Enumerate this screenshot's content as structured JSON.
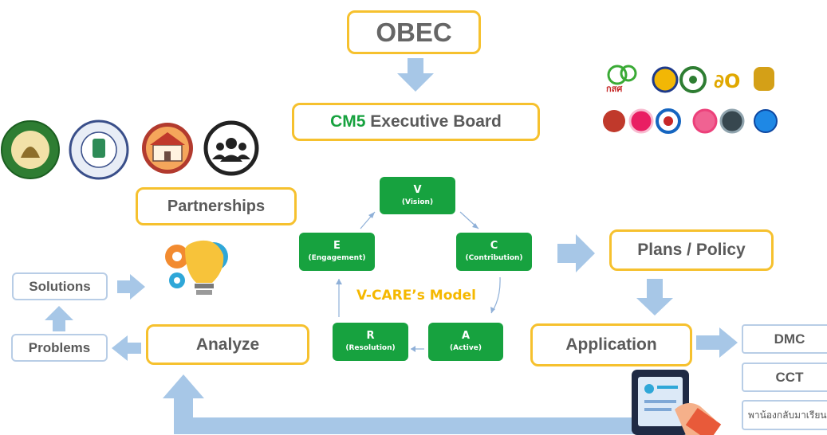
{
  "top": {
    "obec": "OBEC",
    "board_prefix": "CM5",
    "board_rest": " Executive Board"
  },
  "partnerships": "Partnerships",
  "plans_policy": "Plans / Policy",
  "application": "Application",
  "analyze": "Analyze",
  "solutions": "Solutions",
  "problems": "Problems",
  "model_title": "V-CARE’s Model",
  "vcare": {
    "v": {
      "letter": "V",
      "word": "(Vision)"
    },
    "c": {
      "letter": "C",
      "word": "(Contribution)"
    },
    "a": {
      "letter": "A",
      "word": "(Active)"
    },
    "r": {
      "letter": "R",
      "word": "(Resolution)"
    },
    "e": {
      "letter": "E",
      "word": "(Engagement)"
    }
  },
  "outputs": {
    "dmc": "DMC",
    "cct": "CCT",
    "thai": "พาน้องกลับมาเรียน"
  },
  "logo_small_text": "กสศ",
  "colors": {
    "yellow_border": "#f6c12e",
    "green": "#17a23f",
    "arrow_blue": "#a7c7e7",
    "model_title": "#f5b800",
    "text_gray": "#5a5a5a"
  }
}
